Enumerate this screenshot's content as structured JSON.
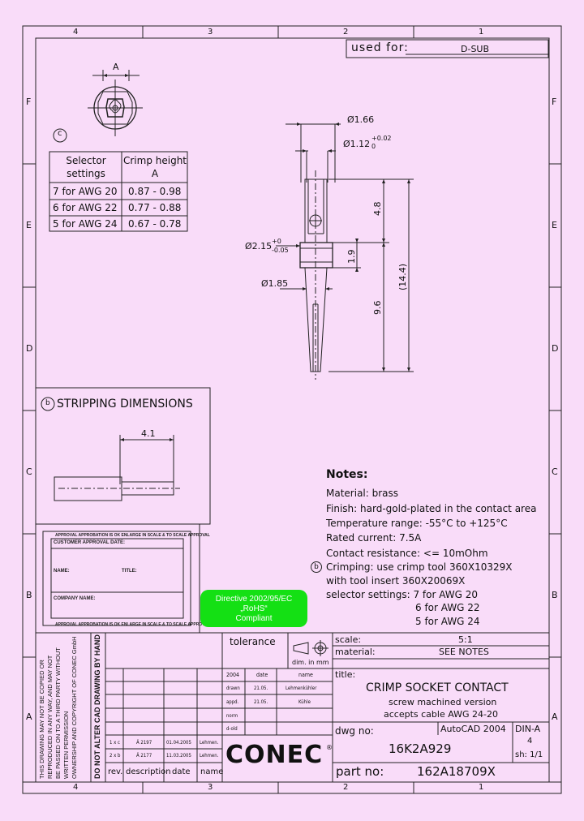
{
  "border": {
    "zones_top": [
      "4",
      "3",
      "2",
      "1"
    ],
    "zones_bottom": [
      "4",
      "3",
      "2",
      "1"
    ],
    "rows": [
      "F",
      "E",
      "D",
      "C",
      "B",
      "A"
    ]
  },
  "used_for": {
    "label": "used for:",
    "value": "D-SUB"
  },
  "top_view": {
    "dim_label": "A",
    "circle_label": "c"
  },
  "selector_table": {
    "headers": [
      [
        "Selector",
        "settings"
      ],
      [
        "Crimp height",
        "A"
      ]
    ],
    "rows": [
      [
        "7 for AWG 20",
        "0.87 - 0.98"
      ],
      [
        "6 for AWG 22",
        "0.77 - 0.88"
      ],
      [
        "5 for AWG 24",
        "0.67 - 0.78"
      ]
    ]
  },
  "contact_dims": {
    "d1": "Ø1.66",
    "d2": "Ø1.12",
    "d2_tol_upper": "+0.02",
    "d2_tol_lower": "0",
    "d3": "Ø2.15",
    "d3_tol_upper": "+0",
    "d3_tol_lower": "-0.05",
    "d4": "Ø1.85",
    "len1": "4.8",
    "len2": "1.9",
    "len3": "9.6",
    "len_total": "(14.4)"
  },
  "stripping": {
    "circle": "b",
    "title": "STRIPPING DIMENSIONS",
    "dim": "4.1"
  },
  "notes": {
    "title": "Notes:",
    "lines": [
      "Material: brass",
      "Finish: hard-gold-plated in the contact area",
      "Temperature range: -55°C to +125°C",
      "Rated current: 7.5A",
      "Contact resistance: <= 10mOhm",
      "Crimping: use crimp tool 360X10329X",
      "with tool insert 360X20069X",
      "selector settings: 7 for AWG 20",
      "6 for AWG 22",
      "5 for AWG 24"
    ],
    "circle": "b"
  },
  "approval": {
    "frame_text": "APPROVAL APPROBATION IS OK ENLARGE IN SCALE & TO SCALE APPROVAL",
    "customer": "CUSTOMER APPROVAL DATE:",
    "name": "NAME:",
    "title": "TITLE:",
    "company": "COMPANY NAME:"
  },
  "rohs": {
    "line1": "Directive 2002/95/EC",
    "line2": "„RoHS“",
    "line3": "Compliant"
  },
  "warning": {
    "lines": [
      "THIS DRAWING MAY NOT BE COPIED OR",
      "REPRODUCED IN ANY WAY, AND MAY NOT",
      "BE PASSED ON TO A THIRD PARTY WITHOUT",
      "WRITTEN PERMISSION",
      "OWNERSHIP AND COPYRIGHT OF CONEC GmbH"
    ],
    "cad": "DO NOT ALTER CAD DRAWING BY HAND"
  },
  "title_block": {
    "tolerance": "tolerance",
    "dim_in_mm": "dim. in mm",
    "scale_label": "scale:",
    "scale_value": "5:1",
    "material_label": "material:",
    "material_value": "SEE NOTES",
    "title_label": "title:",
    "title_main": "CRIMP SOCKET CONTACT",
    "title_sub1": "screw machined version",
    "title_sub2": "accepts cable AWG 24-20",
    "dwg_label": "dwg no:",
    "dwg_value": "16K2A929",
    "autocad": "AutoCAD 2004",
    "din": "DIN-A",
    "din_value": "4",
    "sheet": "sh: 1/1",
    "part_label": "part no:",
    "part_value": "162A18709X",
    "year": "2004",
    "date_hdr": "date",
    "name_hdr": "name",
    "drawn": "drawn",
    "drawn_date": "21.05.",
    "drawn_name": "Lehmenkühler",
    "appd": "appd.",
    "appd_date": "21.05.",
    "appd_name": "Kühle",
    "norm": "norm",
    "dold": "d-old",
    "rev_rows": [
      [
        "1 x c",
        "Ä 2197",
        "01.04.2005",
        "Lehmen."
      ],
      [
        "2 x b",
        "Ä 2177",
        "11.03.2005",
        "Lehmen."
      ]
    ],
    "rev": "rev.",
    "description": "description",
    "date": "date",
    "name": "name",
    "logo": "CONEC",
    "reg": "®"
  }
}
